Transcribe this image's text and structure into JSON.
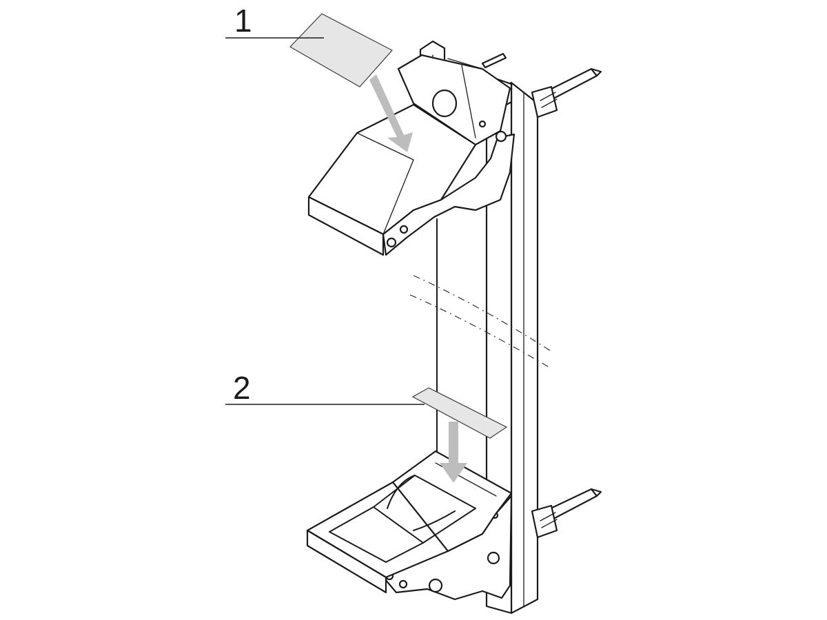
{
  "callouts": [
    {
      "id": "1",
      "label": "1"
    },
    {
      "id": "2",
      "label": "2"
    }
  ],
  "colors": {
    "line": "#1a1a1a",
    "pad": "#e6e6e6",
    "arrow": "#bdbdbd",
    "background": "#ffffff"
  }
}
